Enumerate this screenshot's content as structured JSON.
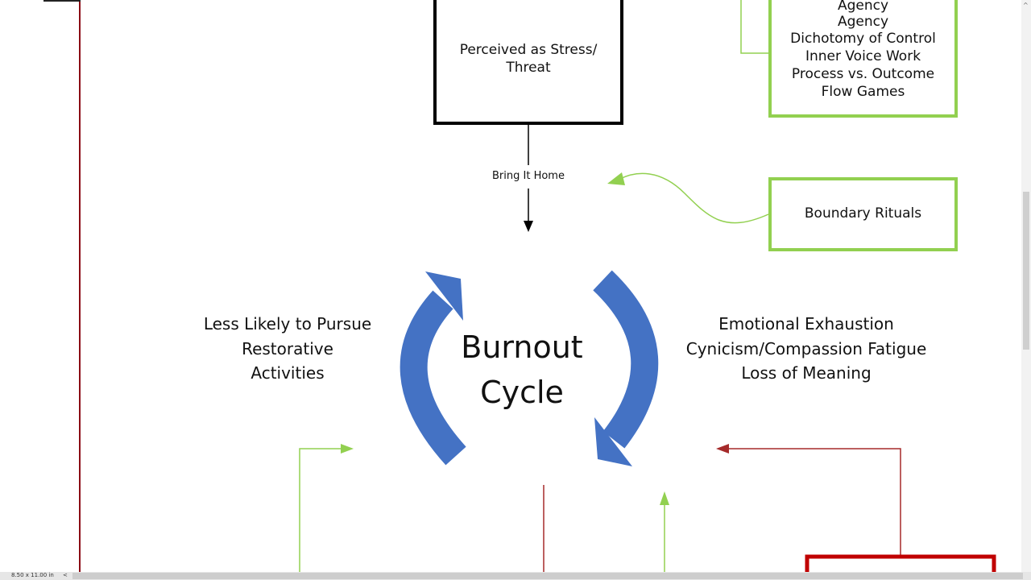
{
  "boxes": {
    "stress": "Perceived as Stress/ Threat",
    "agency_top_clipped": "Agency",
    "agency_overlap": "Agency",
    "agency_lines": [
      "Dichotomy of Control",
      "Inner Voice Work",
      "Process vs. Outcome",
      "Flow Games"
    ],
    "boundary": "Boundary Rituals"
  },
  "labels": {
    "bring_home": "Bring It Home",
    "center_line1": "Burnout",
    "center_line2": "Cycle",
    "left": [
      "Less Likely to Pursue",
      "Restorative",
      "Activities"
    ],
    "right": [
      "Emotional Exhaustion",
      "Cynicism/Compassion Fatigue",
      "Loss of Meaning"
    ]
  },
  "statusbar": {
    "page_size": "8.50 x 11.00 in",
    "scroll_left": "<"
  },
  "scrollbar": {
    "up": "^"
  },
  "colors": {
    "cycle_blue": "#4472C4",
    "green": "#92D050",
    "red": "#A52A2A",
    "dark_red": "#8B0A14"
  }
}
